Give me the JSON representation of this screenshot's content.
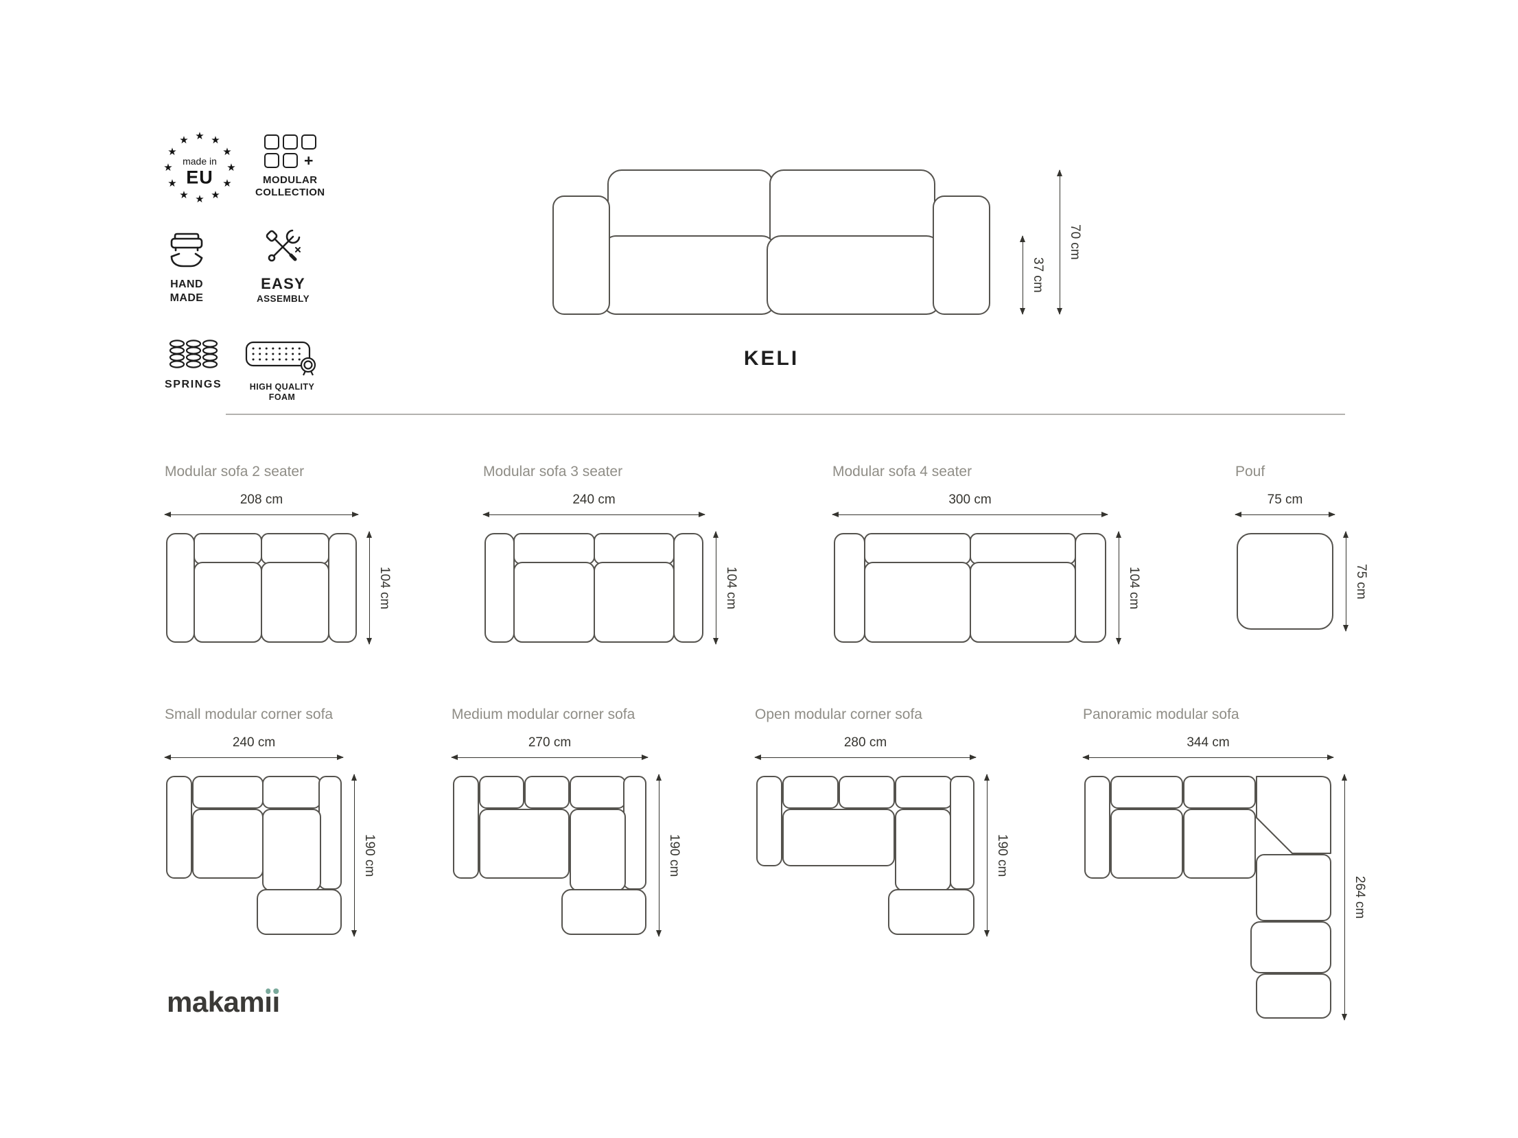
{
  "badges": {
    "made_in_eu": {
      "star": "★",
      "line1": "made in",
      "line2": "EU"
    },
    "modular_collection": {
      "line1": "MODULAR",
      "line2": "COLLECTION",
      "plus": "+"
    },
    "hand_made": {
      "line1": "HAND",
      "line2": "MADE"
    },
    "easy_assembly": {
      "line1": "EASY",
      "line2": "ASSEMBLY"
    },
    "springs": {
      "label": "SPRINGS"
    },
    "high_quality_foam": {
      "line1": "HIGH QUALITY",
      "line2": "FOAM"
    }
  },
  "hero": {
    "product_name": "KELI",
    "total_height": "70 cm",
    "seat_height": "37 cm"
  },
  "variants": [
    {
      "name": "Modular sofa 2 seater",
      "width": "208 cm",
      "depth": "104 cm"
    },
    {
      "name": "Modular sofa 3 seater",
      "width": "240 cm",
      "depth": "104 cm"
    },
    {
      "name": "Modular sofa 4 seater",
      "width": "300 cm",
      "depth": "104 cm"
    },
    {
      "name": "Pouf",
      "width": "75 cm",
      "depth": "75 cm"
    },
    {
      "name": "Small modular corner sofa",
      "width": "240 cm",
      "depth": "190 cm"
    },
    {
      "name": "Medium modular corner sofa",
      "width": "270 cm",
      "depth": "190 cm"
    },
    {
      "name": "Open modular corner sofa",
      "width": "280 cm",
      "depth": "190 cm"
    },
    {
      "name": "Panoramic modular sofa",
      "width": "344 cm",
      "depth": "264 cm"
    }
  ],
  "brand": {
    "logo": "makamii",
    "logo_prefix": "makam",
    "i_stem": "ı"
  },
  "colors": {
    "logo_dot": "#7aa99b",
    "line_art": "#55534e",
    "dimension": "#35342f",
    "variant_title": "#8f8d86"
  }
}
